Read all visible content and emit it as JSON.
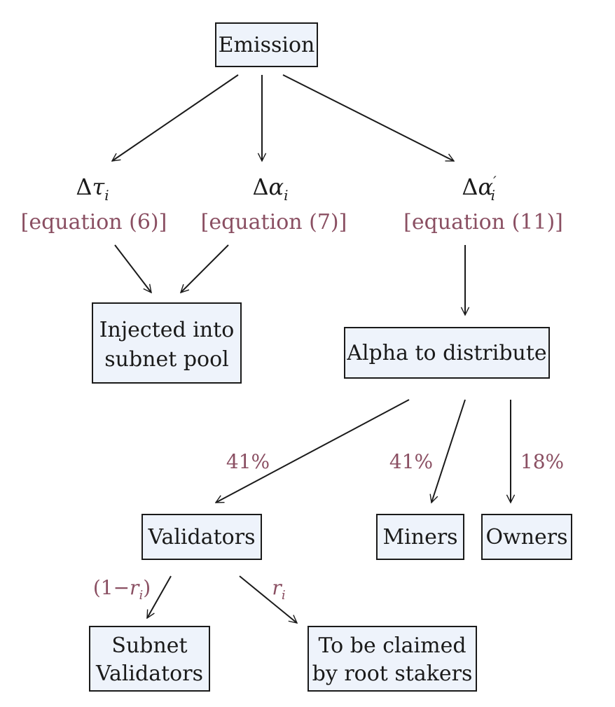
{
  "nodes": {
    "emission": "Emission",
    "injected_line1": "Injected into",
    "injected_line2": "subnet pool",
    "alpha": "Alpha to distribute",
    "validators": "Validators",
    "miners": "Miners",
    "owners": "Owners",
    "subnet_validators_line1": "Subnet",
    "subnet_validators_line2": "Validators",
    "root_stakers_line1": "To be claimed",
    "root_stakers_line2": "by root stakers"
  },
  "quantities": {
    "tau": {
      "delta": "Δ",
      "var": "τ",
      "sub": "i",
      "prime": "",
      "ref": "[equation (6)]"
    },
    "alpha": {
      "delta": "Δ",
      "var": "α",
      "sub": "i",
      "prime": "",
      "ref": "[equation (7)]"
    },
    "alpha_prime": {
      "delta": "Δ",
      "var": "α",
      "sub": "i",
      "prime": "′",
      "ref": "[equation (11)]"
    }
  },
  "edge_labels": {
    "validators_pct": "41%",
    "miners_pct": "41%",
    "owners_pct": "18%",
    "one_minus_r_open": "(1−",
    "one_minus_r_var": "r",
    "one_minus_r_sub": "i",
    "one_minus_r_close": ")",
    "r_var": "r",
    "r_sub": "i"
  },
  "colors": {
    "node_fill": "#eef3fb",
    "stroke": "#1a1a1a",
    "annotation": "#8a4f62"
  }
}
